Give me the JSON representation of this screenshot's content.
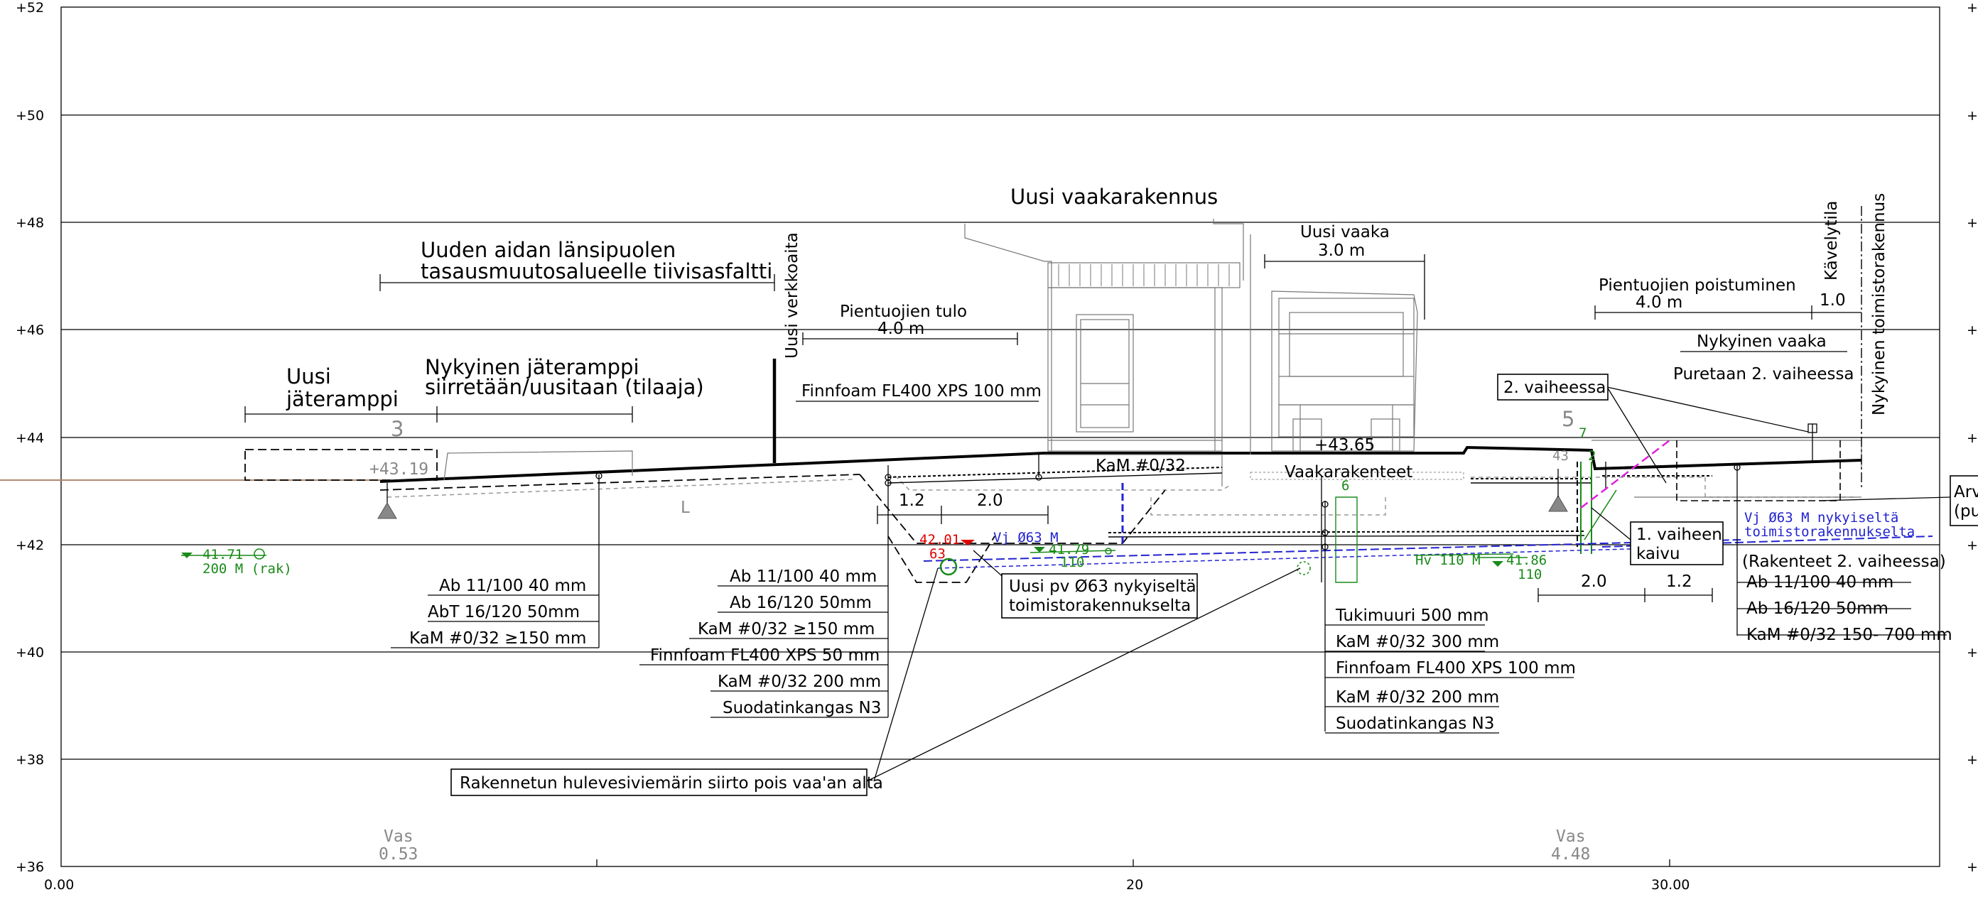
{
  "axis": {
    "elevations": [
      "+52",
      "+50",
      "+48",
      "+46",
      "+44",
      "+42",
      "+40",
      "+38",
      "+36"
    ],
    "stations": [
      "0.00",
      "20",
      "30.00"
    ]
  },
  "labels": {
    "building": "Uusi vaakarakennus",
    "west_asphalt_1": "Uuden aidan länsipuolen",
    "west_asphalt_2": "tasausmuutosalueelle tiivisasfaltti",
    "fence": "Uusi verkkoaita",
    "inflow": "Pientuojien tulo",
    "inflow_w": "4.0 m",
    "scale_new": "Uusi vaaka",
    "scale_new_w": "3.0 m",
    "outflow": "Pientuojien poistuminen",
    "outflow_w": "4.0 m",
    "walkway": "Kävelytila",
    "walkway_w": "1.0",
    "office": "Nykyinen toimistorakennus",
    "existing_scale": "Nykyinen vaaka",
    "remove_phase2": "Puretaan 2. vaiheessa",
    "phase2": "2. vaiheessa",
    "new_ramp_1": "Uusi",
    "new_ramp_2": "jäteramppi",
    "ramp_num": "3",
    "existing_ramp_1": "Nykyinen jäteramppi",
    "existing_ramp_2": "siirretään/uusitaan (tilaaja)",
    "insulation": "Finnfoam FL400 XPS 100 mm",
    "kam_top": "KaM #0/32",
    "scale_struct": "Vaakarakenteet",
    "elev_43_65": "+43.65",
    "elev_43_19": "+43.19",
    "dim_1_2": "1.2",
    "dim_2_0": "2.0",
    "dim_2_0b": "2.0",
    "dim_1_2b": "1.2",
    "pipe_new_1": "Uusi pv Ø63 nykyiseltä",
    "pipe_new_2": "toimistorakennukselta",
    "phase1_1": "1. vaiheen",
    "phase1_2": "kaivu",
    "vj_1": "Vj Ø63 M nykyiseltä",
    "vj_2": "toimistorakennukselta",
    "arv_1": "Arv",
    "arv_2": "(pu",
    "storm_move": "Rakennetun hulevesiviemärin siirto pois vaa'an alta",
    "l_mark": "L",
    "num5": "5",
    "vas_left": "Vas",
    "vas_left_v": "0.53",
    "vas_right": "Vas",
    "vas_right_v": "4.48",
    "g_4171": "41.71",
    "g_200m": "200 M (rak)",
    "r_4201": "42.01",
    "r_63": "63",
    "b_vj63": "Vj Ø63 M",
    "g_4179": "41.79",
    "g_110": "110",
    "g_hv110": "Hv 110 M",
    "g_4186": "41.86",
    "g_110b": "110",
    "g_6": "6",
    "g_7": "7",
    "g_43": "43",
    "g_2": "2"
  },
  "layers": {
    "left": [
      "Ab 11/100   40 mm",
      "AbT 16/120   50mm",
      "KaM #0/32   ≥150 mm"
    ],
    "mid": [
      "Ab 11/100   40 mm",
      "Ab 16/120   50mm",
      "KaM #0/32   ≥150 mm",
      "Finnfoam FL400 XPS 50 mm",
      "KaM #0/32  200 mm",
      "Suodatinkangas N3"
    ],
    "scale": [
      "Tukimuuri 500 mm",
      "KaM #0/32  300 mm",
      "Finnfoam FL400 XPS 100 mm",
      "KaM #0/32  200 mm",
      "Suodatinkangas N3"
    ],
    "right_title": "(Rakenteet 2. vaiheessa)",
    "right": [
      "Ab 11/100   40 mm",
      "Ab 16/120   50mm",
      "KaM #0/32  150- 700 mm"
    ]
  },
  "colors": {
    "green": "#1a8a1a",
    "blue": "#2323d0",
    "red": "#e00000",
    "magenta": "#e020e0",
    "grid": "#000000"
  }
}
